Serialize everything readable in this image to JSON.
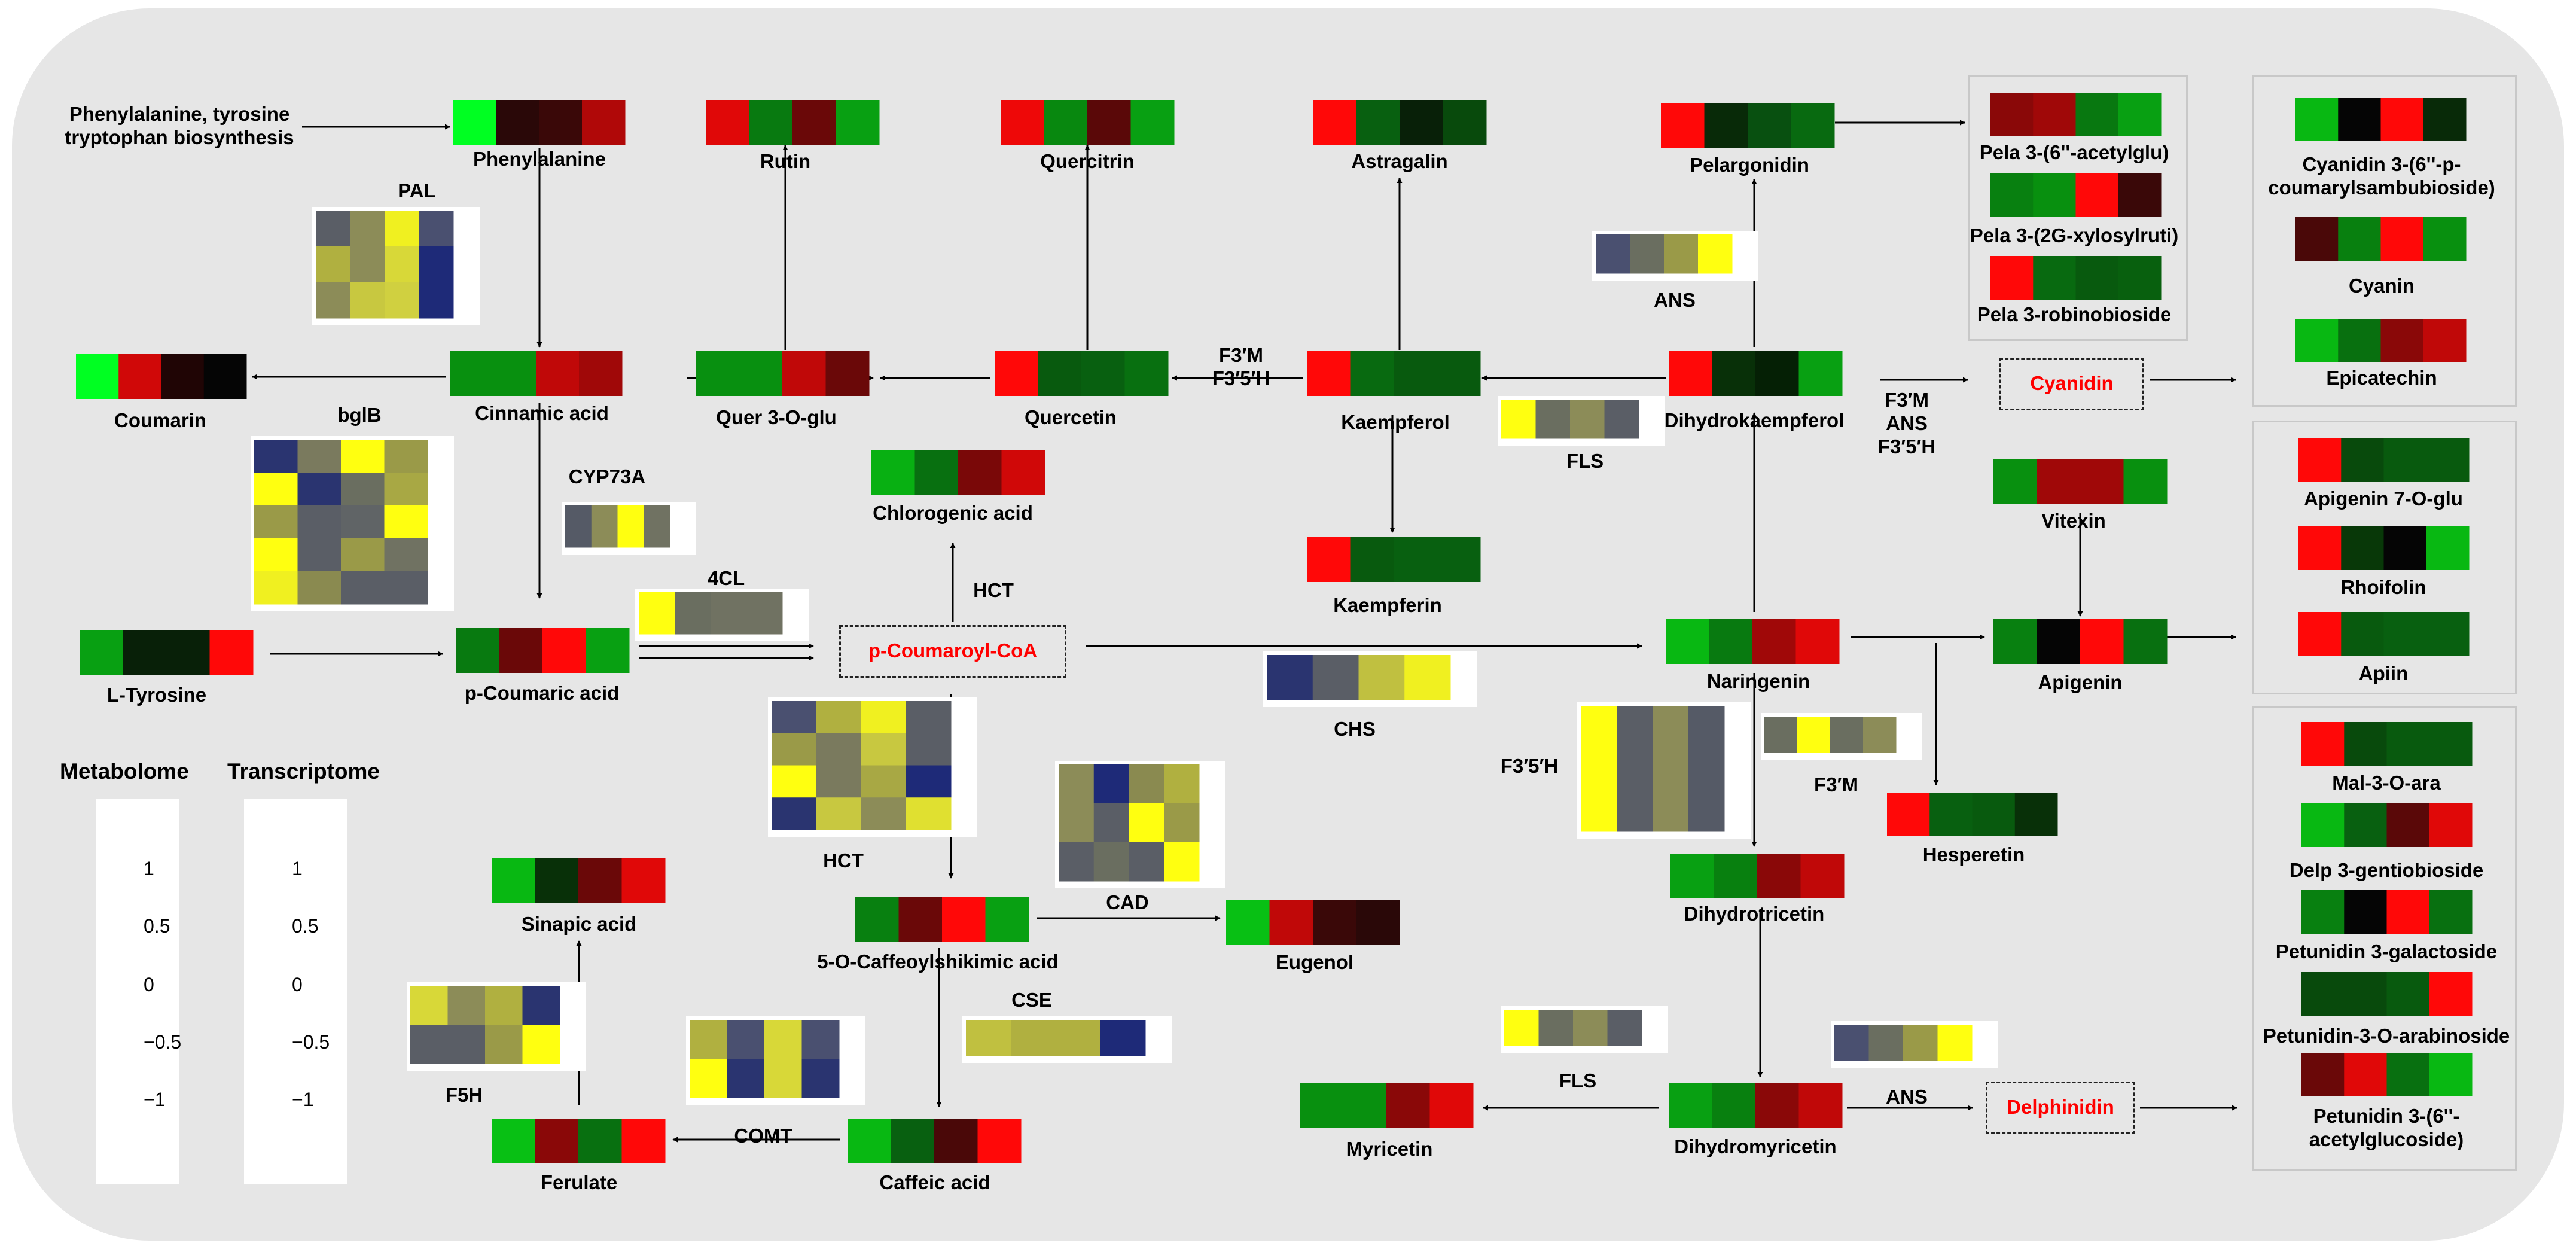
{
  "colors": {
    "metabolome_scale": [
      "#00ff22",
      "#087a10",
      "#000000",
      "#7a0808",
      "#ff0000"
    ],
    "transcriptome_scale": [
      "#1e2a78",
      "#555a66",
      "#9a9a48",
      "#d0d040",
      "#ffff10"
    ]
  },
  "legend": {
    "metabolome_title": "Metabolome",
    "transcriptome_title": "Transcriptome",
    "metabolome_ticks": [
      "1",
      "0.5",
      "0",
      "−0.5",
      "−1"
    ],
    "transcriptome_ticks": [
      "1",
      "0.5",
      "0",
      "−0.5",
      "−1"
    ]
  },
  "metabolites": [
    {
      "id": "phenylalanine",
      "label": "Phenylalanine",
      "colors": [
        "#00ff22",
        "#2a0808",
        "#3a0808",
        "#b00808"
      ]
    },
    {
      "id": "rutin",
      "label": "Rutin",
      "colors": [
        "#e00808",
        "#087a10",
        "#6a0808",
        "#08a012"
      ]
    },
    {
      "id": "quercitrin",
      "label": "Quercitrin",
      "colors": [
        "#ee0808",
        "#08880f",
        "#5a0808",
        "#08a012"
      ]
    },
    {
      "id": "astragalin",
      "label": "Astragalin",
      "colors": [
        "#ff0808",
        "#086010",
        "#082008",
        "#084a0c"
      ]
    },
    {
      "id": "pelargonidin",
      "label": "Pelargonidin",
      "colors": [
        "#ff0808",
        "#082a08",
        "#085010",
        "#086a10"
      ]
    },
    {
      "id": "pela-acetylglu",
      "label": "Pela 3-(6''-acetylglu)",
      "colors": [
        "#8a0808",
        "#a00808",
        "#087810",
        "#08a012"
      ]
    },
    {
      "id": "pela-xylosylruti",
      "label": "Pela 3-(2G-xylosylruti)",
      "colors": [
        "#088010",
        "#08900f",
        "#ff0808",
        "#3a0808"
      ]
    },
    {
      "id": "pela-robinobioside",
      "label": "Pela 3-robinobioside",
      "colors": [
        "#ff0808",
        "#086a10",
        "#085a0e",
        "#08600e"
      ]
    },
    {
      "id": "cyanidin-coumaryl",
      "label": "Cyanidin 3-(6''-p-\ncoumarylsambubioside)",
      "colors": [
        "#08b812",
        "#050505",
        "#ff0808",
        "#082a08"
      ]
    },
    {
      "id": "cyanin",
      "label": "Cyanin",
      "colors": [
        "#4a0808",
        "#08800f",
        "#ff0808",
        "#08900f"
      ]
    },
    {
      "id": "epicatechin",
      "label": "Epicatechin",
      "colors": [
        "#08b812",
        "#08700f",
        "#8a0808",
        "#c00808"
      ]
    },
    {
      "id": "coumarin",
      "label": "Coumarin",
      "colors": [
        "#00ff22",
        "#d00808",
        "#200505",
        "#050505"
      ]
    },
    {
      "id": "cinnamic-acid",
      "label": "Cinnamic acid",
      "colors": [
        "#08900f",
        "#08900f",
        "#c00808",
        "#a00808"
      ]
    },
    {
      "id": "quer-3-o-glu",
      "label": "Quer 3-O-glu",
      "colors": [
        "#089010",
        "#089010",
        "#c00808",
        "#6a0808"
      ]
    },
    {
      "id": "quercetin",
      "label": "Quercetin",
      "colors": [
        "#ff0808",
        "#085a0e",
        "#086010",
        "#087010"
      ]
    },
    {
      "id": "kaempferol",
      "label": "Kaempferol",
      "colors": [
        "#ff0808",
        "#086a10",
        "#085a0e",
        "#085a0e"
      ]
    },
    {
      "id": "dihydrokaempferol",
      "label": "Dihydrokaempferol",
      "colors": [
        "#ff0808",
        "#083008",
        "#052005",
        "#08a012"
      ]
    },
    {
      "id": "chlorogenic-acid",
      "label": "Chlorogenic acid",
      "colors": [
        "#08b012",
        "#087010",
        "#7a0808",
        "#d00808"
      ]
    },
    {
      "id": "kaempferin",
      "label": "Kaempferin",
      "colors": [
        "#ff0808",
        "#085a0e",
        "#086010",
        "#086010"
      ]
    },
    {
      "id": "l-tyrosine",
      "label": "L-Tyrosine",
      "colors": [
        "#08a012",
        "#082008",
        "#082008",
        "#ff0808"
      ]
    },
    {
      "id": "p-coumaric-acid",
      "label": "p-Coumaric acid",
      "colors": [
        "#087a10",
        "#6a0808",
        "#ff0808",
        "#08a012"
      ]
    },
    {
      "id": "vitexin",
      "label": "Vitexin",
      "colors": [
        "#08900f",
        "#a00808",
        "#a00808",
        "#08900f"
      ]
    },
    {
      "id": "apigenin-7-o-glu",
      "label": "Apigenin 7-O-glu",
      "colors": [
        "#ff0808",
        "#084a0c",
        "#085a0e",
        "#085a0e"
      ]
    },
    {
      "id": "rhoifolin",
      "label": "Rhoifolin",
      "colors": [
        "#ff0808",
        "#083808",
        "#050505",
        "#08b812"
      ]
    },
    {
      "id": "apiin",
      "label": "Apiin",
      "colors": [
        "#ff0808",
        "#085a0e",
        "#086010",
        "#086010"
      ]
    },
    {
      "id": "naringenin",
      "label": "Naringenin",
      "colors": [
        "#08b812",
        "#087a10",
        "#a00808",
        "#e00808"
      ]
    },
    {
      "id": "apigenin",
      "label": "Apigenin",
      "colors": [
        "#088010",
        "#050505",
        "#ff0808",
        "#087010"
      ]
    },
    {
      "id": "hesperetin",
      "label": "Hesperetin",
      "colors": [
        "#ff0808",
        "#086010",
        "#085a0e",
        "#083008"
      ]
    },
    {
      "id": "mal-3-o-ara",
      "label": "Mal-3-O-ara",
      "colors": [
        "#ff0808",
        "#084a0c",
        "#085a0e",
        "#085a0e"
      ]
    },
    {
      "id": "delp-gentiobioside",
      "label": "Delp 3-gentiobioside",
      "colors": [
        "#08b812",
        "#086010",
        "#5a0808",
        "#e00808"
      ]
    },
    {
      "id": "petunidin-galactoside",
      "label": "Petunidin 3-galactoside",
      "colors": [
        "#088010",
        "#050505",
        "#ff0808",
        "#087010"
      ]
    },
    {
      "id": "petunidin-arabinoside",
      "label": "Petunidin-3-O-arabinoside",
      "colors": [
        "#084a0c",
        "#084a0c",
        "#085a0e",
        "#ff0808"
      ]
    },
    {
      "id": "petunidin-acetylglucoside",
      "label": "Petunidin 3-(6''-\nacetylglucoside)",
      "colors": [
        "#6a0808",
        "#e00808",
        "#087010",
        "#08b812"
      ]
    },
    {
      "id": "dihydrotricetin",
      "label": "Dihydrotricetin",
      "colors": [
        "#08a012",
        "#08800f",
        "#8a0808",
        "#c00808"
      ]
    },
    {
      "id": "sinapic-acid",
      "label": "Sinapic acid",
      "colors": [
        "#08b812",
        "#083008",
        "#6a0808",
        "#e00808"
      ]
    },
    {
      "id": "caffeoylshikimic-acid",
      "label": "5-O-Caffeoylshikimic acid",
      "colors": [
        "#088010",
        "#6a0808",
        "#ff0808",
        "#08a012"
      ]
    },
    {
      "id": "eugenol",
      "label": "Eugenol",
      "colors": [
        "#08c014",
        "#c00808",
        "#3a0808",
        "#2a0808"
      ]
    },
    {
      "id": "ferulate",
      "label": "Ferulate",
      "colors": [
        "#08c014",
        "#8a0808",
        "#087010",
        "#ff0808"
      ]
    },
    {
      "id": "caffeic-acid",
      "label": "Caffeic acid",
      "colors": [
        "#08b812",
        "#086010",
        "#4a0808",
        "#ff0808"
      ]
    },
    {
      "id": "myricetin",
      "label": "Myricetin",
      "colors": [
        "#08900f",
        "#08900f",
        "#8a0808",
        "#e00808"
      ]
    },
    {
      "id": "dihydromyricetin",
      "label": "Dihydromyricetin",
      "colors": [
        "#08a012",
        "#08800f",
        "#8a0808",
        "#c00808"
      ]
    }
  ],
  "genes": [
    {
      "id": "pal",
      "label": "PAL",
      "rows": [
        [
          "#5a5e66",
          "#8c8c58",
          "#f0f020",
          "#4a5070"
        ],
        [
          "#b0b040",
          "#8c8c58",
          "#d8d838",
          "#1e2a78"
        ],
        [
          "#8c8c58",
          "#c8c840",
          "#d0d040",
          "#1e2a78"
        ]
      ]
    },
    {
      "id": "bglb",
      "label": "bglB",
      "rows": [
        [
          "#2a3470",
          "#7a7a5e",
          "#ffff10",
          "#9a9a48"
        ],
        [
          "#ffff10",
          "#2a3470",
          "#6a6e60",
          "#a8a844"
        ],
        [
          "#9a9a48",
          "#5a5e66",
          "#606466",
          "#ffff10"
        ],
        [
          "#ffff10",
          "#5a5e66",
          "#9a9a48",
          "#707262"
        ],
        [
          "#f0f020",
          "#8a8a50",
          "#5a5e66",
          "#5a5e66"
        ]
      ]
    },
    {
      "id": "cyp73a",
      "label": "CYP73A",
      "rows": [
        [
          "#555a66",
          "#8c8c58",
          "#ffff10",
          "#707262"
        ]
      ]
    },
    {
      "id": "4cl",
      "label": "4CL",
      "rows": [
        [
          "#ffff10",
          "#6a6e60",
          "#707262",
          "#707262"
        ]
      ]
    },
    {
      "id": "hct-top",
      "label": "HCT",
      "rows": []
    },
    {
      "id": "ans-top",
      "label": "ANS",
      "rows": [
        [
          "#4a5070",
          "#6a6e60",
          "#9a9a48",
          "#ffff10"
        ]
      ]
    },
    {
      "id": "fls-top",
      "label": "FLS",
      "rows": [
        [
          "#ffff10",
          "#6a6e60",
          "#8c8c58",
          "#5a5e66"
        ]
      ]
    },
    {
      "id": "chs",
      "label": "CHS",
      "rows": [
        [
          "#2a3470",
          "#5a5e66",
          "#c0c040",
          "#f0f020"
        ]
      ]
    },
    {
      "id": "hct",
      "label": "HCT",
      "rows": [
        [
          "#4a5070",
          "#b0b040",
          "#f0f020",
          "#5a5e66"
        ],
        [
          "#9a9a48",
          "#7a7a5e",
          "#c8c840",
          "#5a5e66"
        ],
        [
          "#ffff10",
          "#7a7a5e",
          "#a8a844",
          "#1e2a78"
        ],
        [
          "#2a3470",
          "#c8c840",
          "#8c8c58",
          "#e0e030"
        ]
      ]
    },
    {
      "id": "cad",
      "label": "CAD",
      "rows": [
        [
          "#8c8c58",
          "#1e2a78",
          "#8a8a50",
          "#b0b040"
        ],
        [
          "#8c8c58",
          "#5a5e66",
          "#ffff10",
          "#9a9a48"
        ],
        [
          "#5a5e66",
          "#6a6e60",
          "#5a5e66",
          "#ffff10"
        ]
      ]
    },
    {
      "id": "cse",
      "label": "CSE",
      "rows": [
        [
          "#c0c040",
          "#b0b040",
          "#b0b040",
          "#1e2a78"
        ]
      ]
    },
    {
      "id": "f3p5ph-left",
      "label": "F3′5′H",
      "rows": [
        [
          "#ffff10",
          "#5a5e66",
          "#8c8c58",
          "#555a66"
        ]
      ]
    },
    {
      "id": "f3pm",
      "label": "F3′M",
      "rows": [
        [
          "#6a6e60",
          "#ffff10",
          "#6a6e60",
          "#8c8c58"
        ]
      ]
    },
    {
      "id": "f5h",
      "label": "F5H",
      "rows": [
        [
          "#d8d838",
          "#8c8c58",
          "#b0b040",
          "#2a3470"
        ],
        [
          "#5a5e66",
          "#5a5e66",
          "#9a9a48",
          "#ffff10"
        ]
      ]
    },
    {
      "id": "comt",
      "label": "COMT",
      "rows": [
        [
          "#b0b040",
          "#4a5070",
          "#d8d838",
          "#4a5070"
        ],
        [
          "#ffff10",
          "#2a3470",
          "#d8d838",
          "#2a3470"
        ]
      ]
    },
    {
      "id": "fls-bottom",
      "label": "FLS",
      "rows": [
        [
          "#ffff10",
          "#6a6e60",
          "#8c8c58",
          "#5a5e66"
        ]
      ]
    },
    {
      "id": "ans-bottom",
      "label": "ANS",
      "rows": [
        [
          "#4a5070",
          "#6a6e60",
          "#9a9a48",
          "#ffff10"
        ]
      ]
    }
  ],
  "text_labels": {
    "input_pathway": "Phenylalanine, tyrosine\ntryptophan biosynthesis",
    "p_coumaroyl_coa": "p-Coumaroyl-CoA",
    "cyanidin": "Cyanidin",
    "delphinidin": "Delphinidin",
    "f3pm_f3p5ph": "F3′M\nF3′5′H",
    "f3pm_ans_f3p5ph": "F3′M\nANS\nF3′5′H",
    "hct_small": "HCT"
  }
}
